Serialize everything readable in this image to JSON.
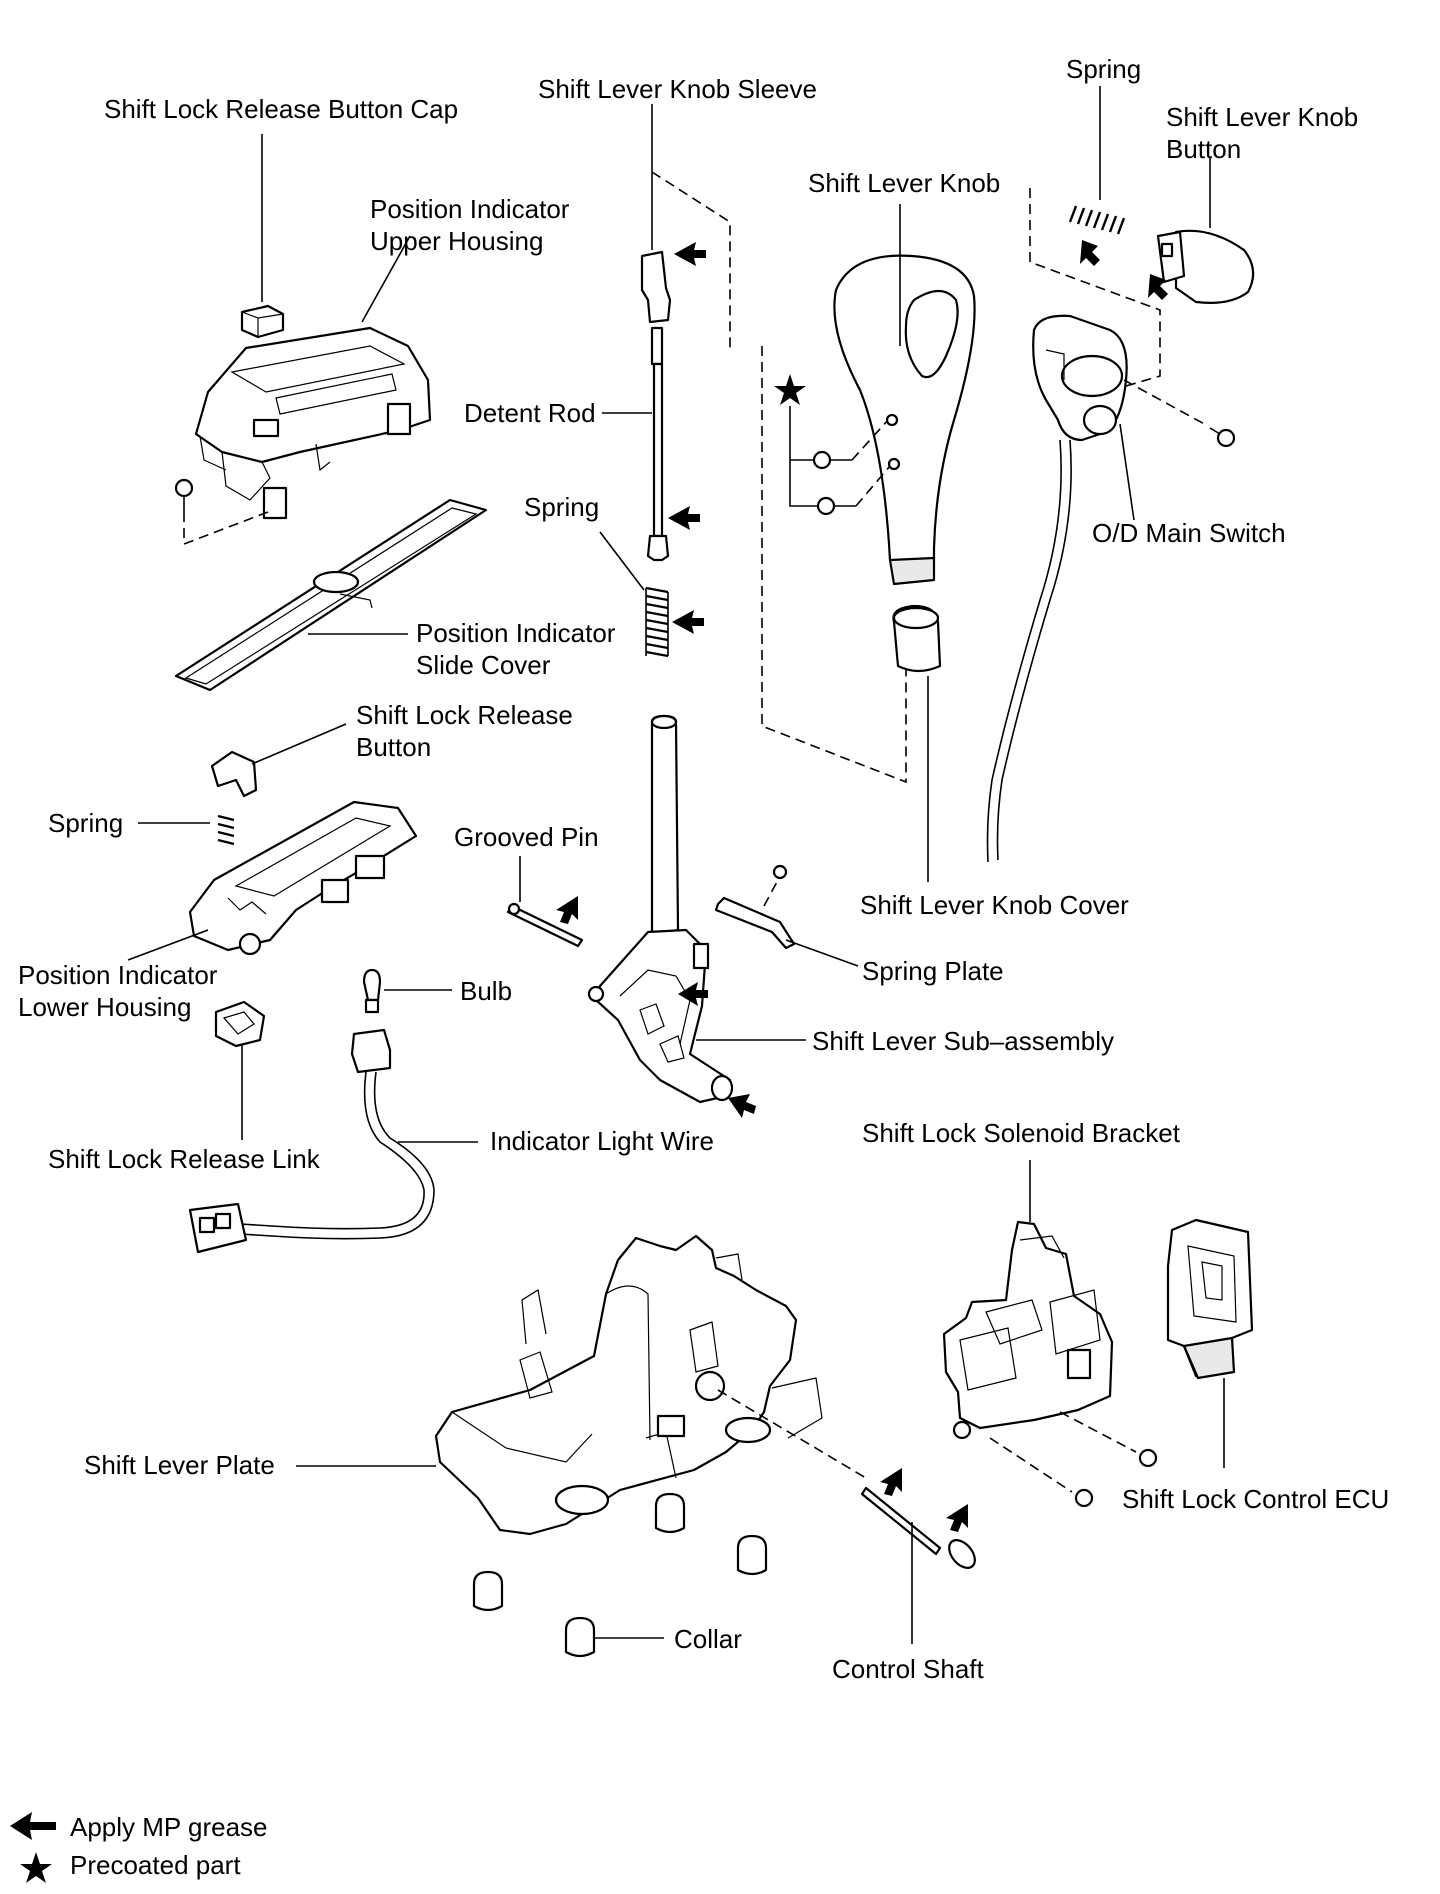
{
  "labels": {
    "shift_lock_release_button_cap": "Shift Lock Release Button Cap",
    "shift_lever_knob_sleeve": "Shift Lever Knob Sleeve",
    "spring_top": "Spring",
    "shift_lever_knob_button_1": "Shift Lever Knob",
    "shift_lever_knob_button_2": "Button",
    "shift_lever_knob": "Shift Lever Knob",
    "position_indicator_upper_housing_1": "Position Indicator",
    "position_indicator_upper_housing_2": "Upper Housing",
    "detent_rod": "Detent Rod",
    "spring_detent": "Spring",
    "od_main_switch": "O/D Main Switch",
    "position_indicator_slide_cover_1": "Position Indicator",
    "position_indicator_slide_cover_2": "Slide Cover",
    "shift_lock_release_button_1": "Shift Lock Release",
    "shift_lock_release_button_2": "Button",
    "spring_left": "Spring",
    "grooved_pin": "Grooved Pin",
    "shift_lever_knob_cover": "Shift Lever Knob Cover",
    "position_indicator_lower_housing_1": "Position  Indicator",
    "position_indicator_lower_housing_2": "Lower Housing",
    "bulb": "Bulb",
    "spring_plate": "Spring Plate",
    "shift_lever_sub_assembly": "Shift Lever Sub–assembly",
    "shift_lock_release_link": "Shift Lock Release Link",
    "indicator_light_wire": "Indicator Light Wire",
    "shift_lock_solenoid_bracket": "Shift Lock Solenoid Bracket",
    "shift_lever_plate": "Shift Lever Plate",
    "shift_lock_control_ecu": "Shift Lock Control ECU",
    "collar": "Collar",
    "control_shaft": "Control Shaft"
  },
  "legend": {
    "grease": "Apply MP grease",
    "precoated": "Precoated part"
  }
}
